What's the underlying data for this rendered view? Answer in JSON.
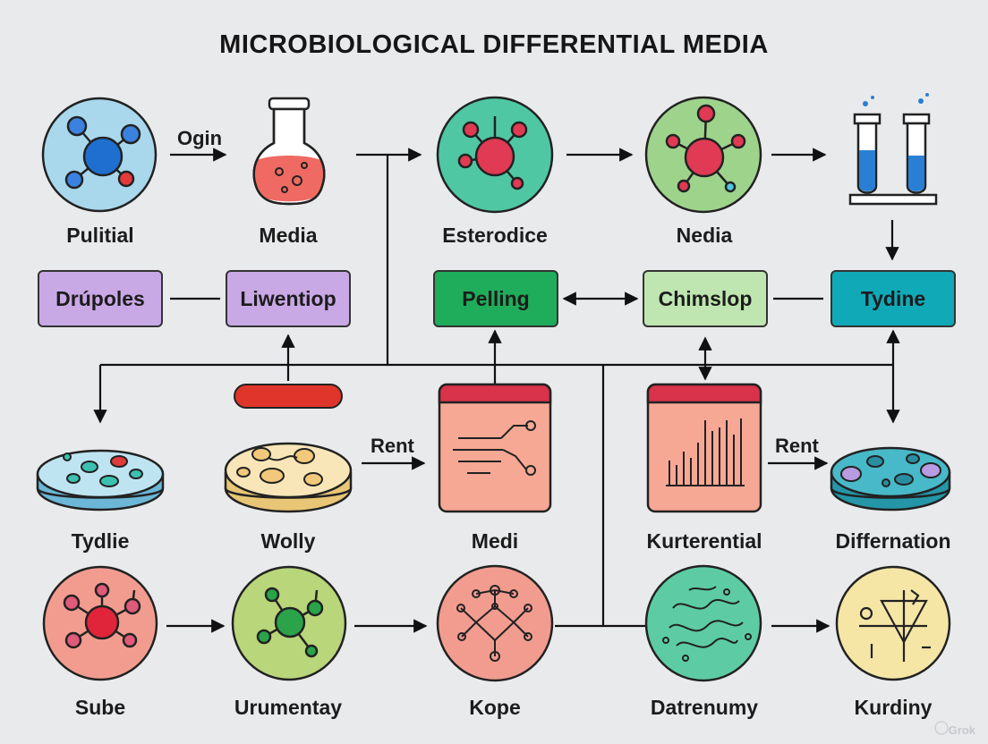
{
  "title": "MICROBIOLOGICAL DIFFERENTIAL MEDIA",
  "row1_labels": [
    "Pulitial",
    "Media",
    "Esterodice",
    "Nedia"
  ],
  "row2_boxes": [
    "Drúpoles",
    "Liwentiop",
    "Pelling",
    "Chimslop",
    "Tydine"
  ],
  "row3_labels": [
    "Tydlie",
    "Wolly",
    "Medi",
    "Kurterential",
    "Differnation"
  ],
  "row4_labels": [
    "Sube",
    "Urumentay",
    "Kope",
    "Datrenumy",
    "Kurdiny"
  ],
  "edge_labels": {
    "ogin": "Ogin",
    "rent_left": "Rent",
    "rent_right": "Rent"
  },
  "watermark": "Grok",
  "colors": {
    "purple_box": "#c9a8e6",
    "green_box": "#1fad5b",
    "lightgreen_box": "#bfe6b1",
    "teal_box": "#10a9b8",
    "red_bar": "#e0352b"
  }
}
